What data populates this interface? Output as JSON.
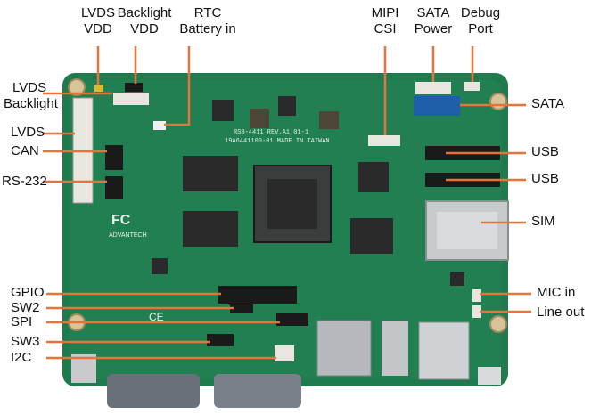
{
  "diagram": {
    "labels": {
      "lvds_vdd": [
        "LVDS",
        "VDD"
      ],
      "backlight_vdd": [
        "Backlight",
        "VDD"
      ],
      "rtc_battery": [
        "RTC",
        "Battery in"
      ],
      "mipi_csi": [
        "MIPI",
        "CSI"
      ],
      "sata_power": [
        "SATA",
        "Power"
      ],
      "debug_port": [
        "Debug",
        "Port"
      ],
      "lvds_backlight": [
        "LVDS",
        "Backlight"
      ],
      "lvds": "LVDS",
      "can": "CAN",
      "rs232": "RS-232",
      "gpio": "GPIO",
      "sw2": "SW2",
      "spi": "SPI",
      "sw3": "SW3",
      "i2c": "I2C",
      "sata": "SATA",
      "usb1": "USB",
      "usb2": "USB",
      "sim": "SIM",
      "mic_in": "MIC in",
      "line_out": "Line out"
    },
    "board_text": {
      "model": "RSB-4411 REV.A1 01-1",
      "serial": "19A6441100-01 MADE IN TAIWAN",
      "brand": "ADVANTECH",
      "fcc": "FC",
      "ce": "CE"
    },
    "colors": {
      "pcb": "#1f7a4d",
      "pcb_dark": "#155c39",
      "chip": "#2a2a2a",
      "callout": "#e8733a",
      "metal": "#b9bcc0"
    }
  }
}
